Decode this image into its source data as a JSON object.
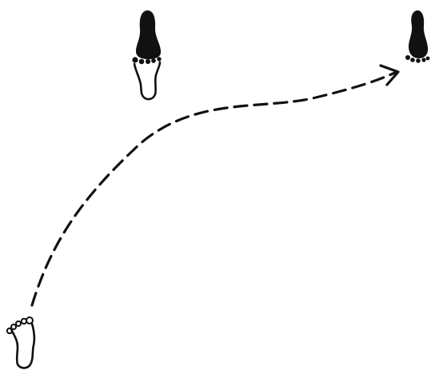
{
  "diagram": {
    "kind": "footstep-path",
    "line_style": "dashed",
    "arrow_end": true,
    "colors": {
      "ink": "#111111",
      "background": "#ffffff"
    },
    "footprints": [
      {
        "id": "start-foot",
        "style": "outline",
        "icon": "bare-foot-outline"
      },
      {
        "id": "middle-foot",
        "style": "split",
        "icon": "shoe-heel-with-bare-foot"
      },
      {
        "id": "end-foot",
        "style": "filled",
        "icon": "shoe-sole-filled"
      }
    ]
  }
}
